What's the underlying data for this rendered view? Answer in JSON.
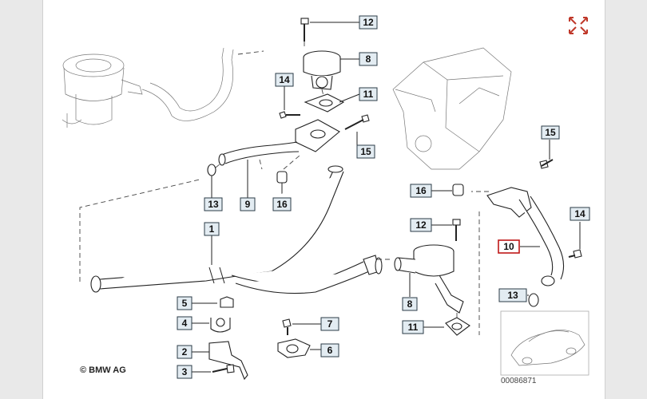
{
  "labels": {
    "l12_top": "12",
    "l8_top": "8",
    "l14_left": "14",
    "l11_top": "11",
    "l15_top": "15",
    "l13_left": "13",
    "l9": "9",
    "l16_left": "16",
    "l1": "1",
    "l5": "5",
    "l4": "4",
    "l2": "2",
    "l3": "3",
    "l7": "7",
    "l6": "6",
    "l15_right": "15",
    "l16_right": "16",
    "l12_right": "12",
    "l14_right": "14",
    "l10": "10",
    "l13_right": "13",
    "l8_bottom": "8",
    "l11_bottom": "11"
  },
  "copyright": "© BMW AG",
  "diagram_id": "00086871",
  "icons": {
    "expand": "expand-arrows-icon"
  },
  "colors": {
    "highlight": "#c01818",
    "label_fill": "#e3ecf2",
    "label_border": "#2b3b47"
  }
}
